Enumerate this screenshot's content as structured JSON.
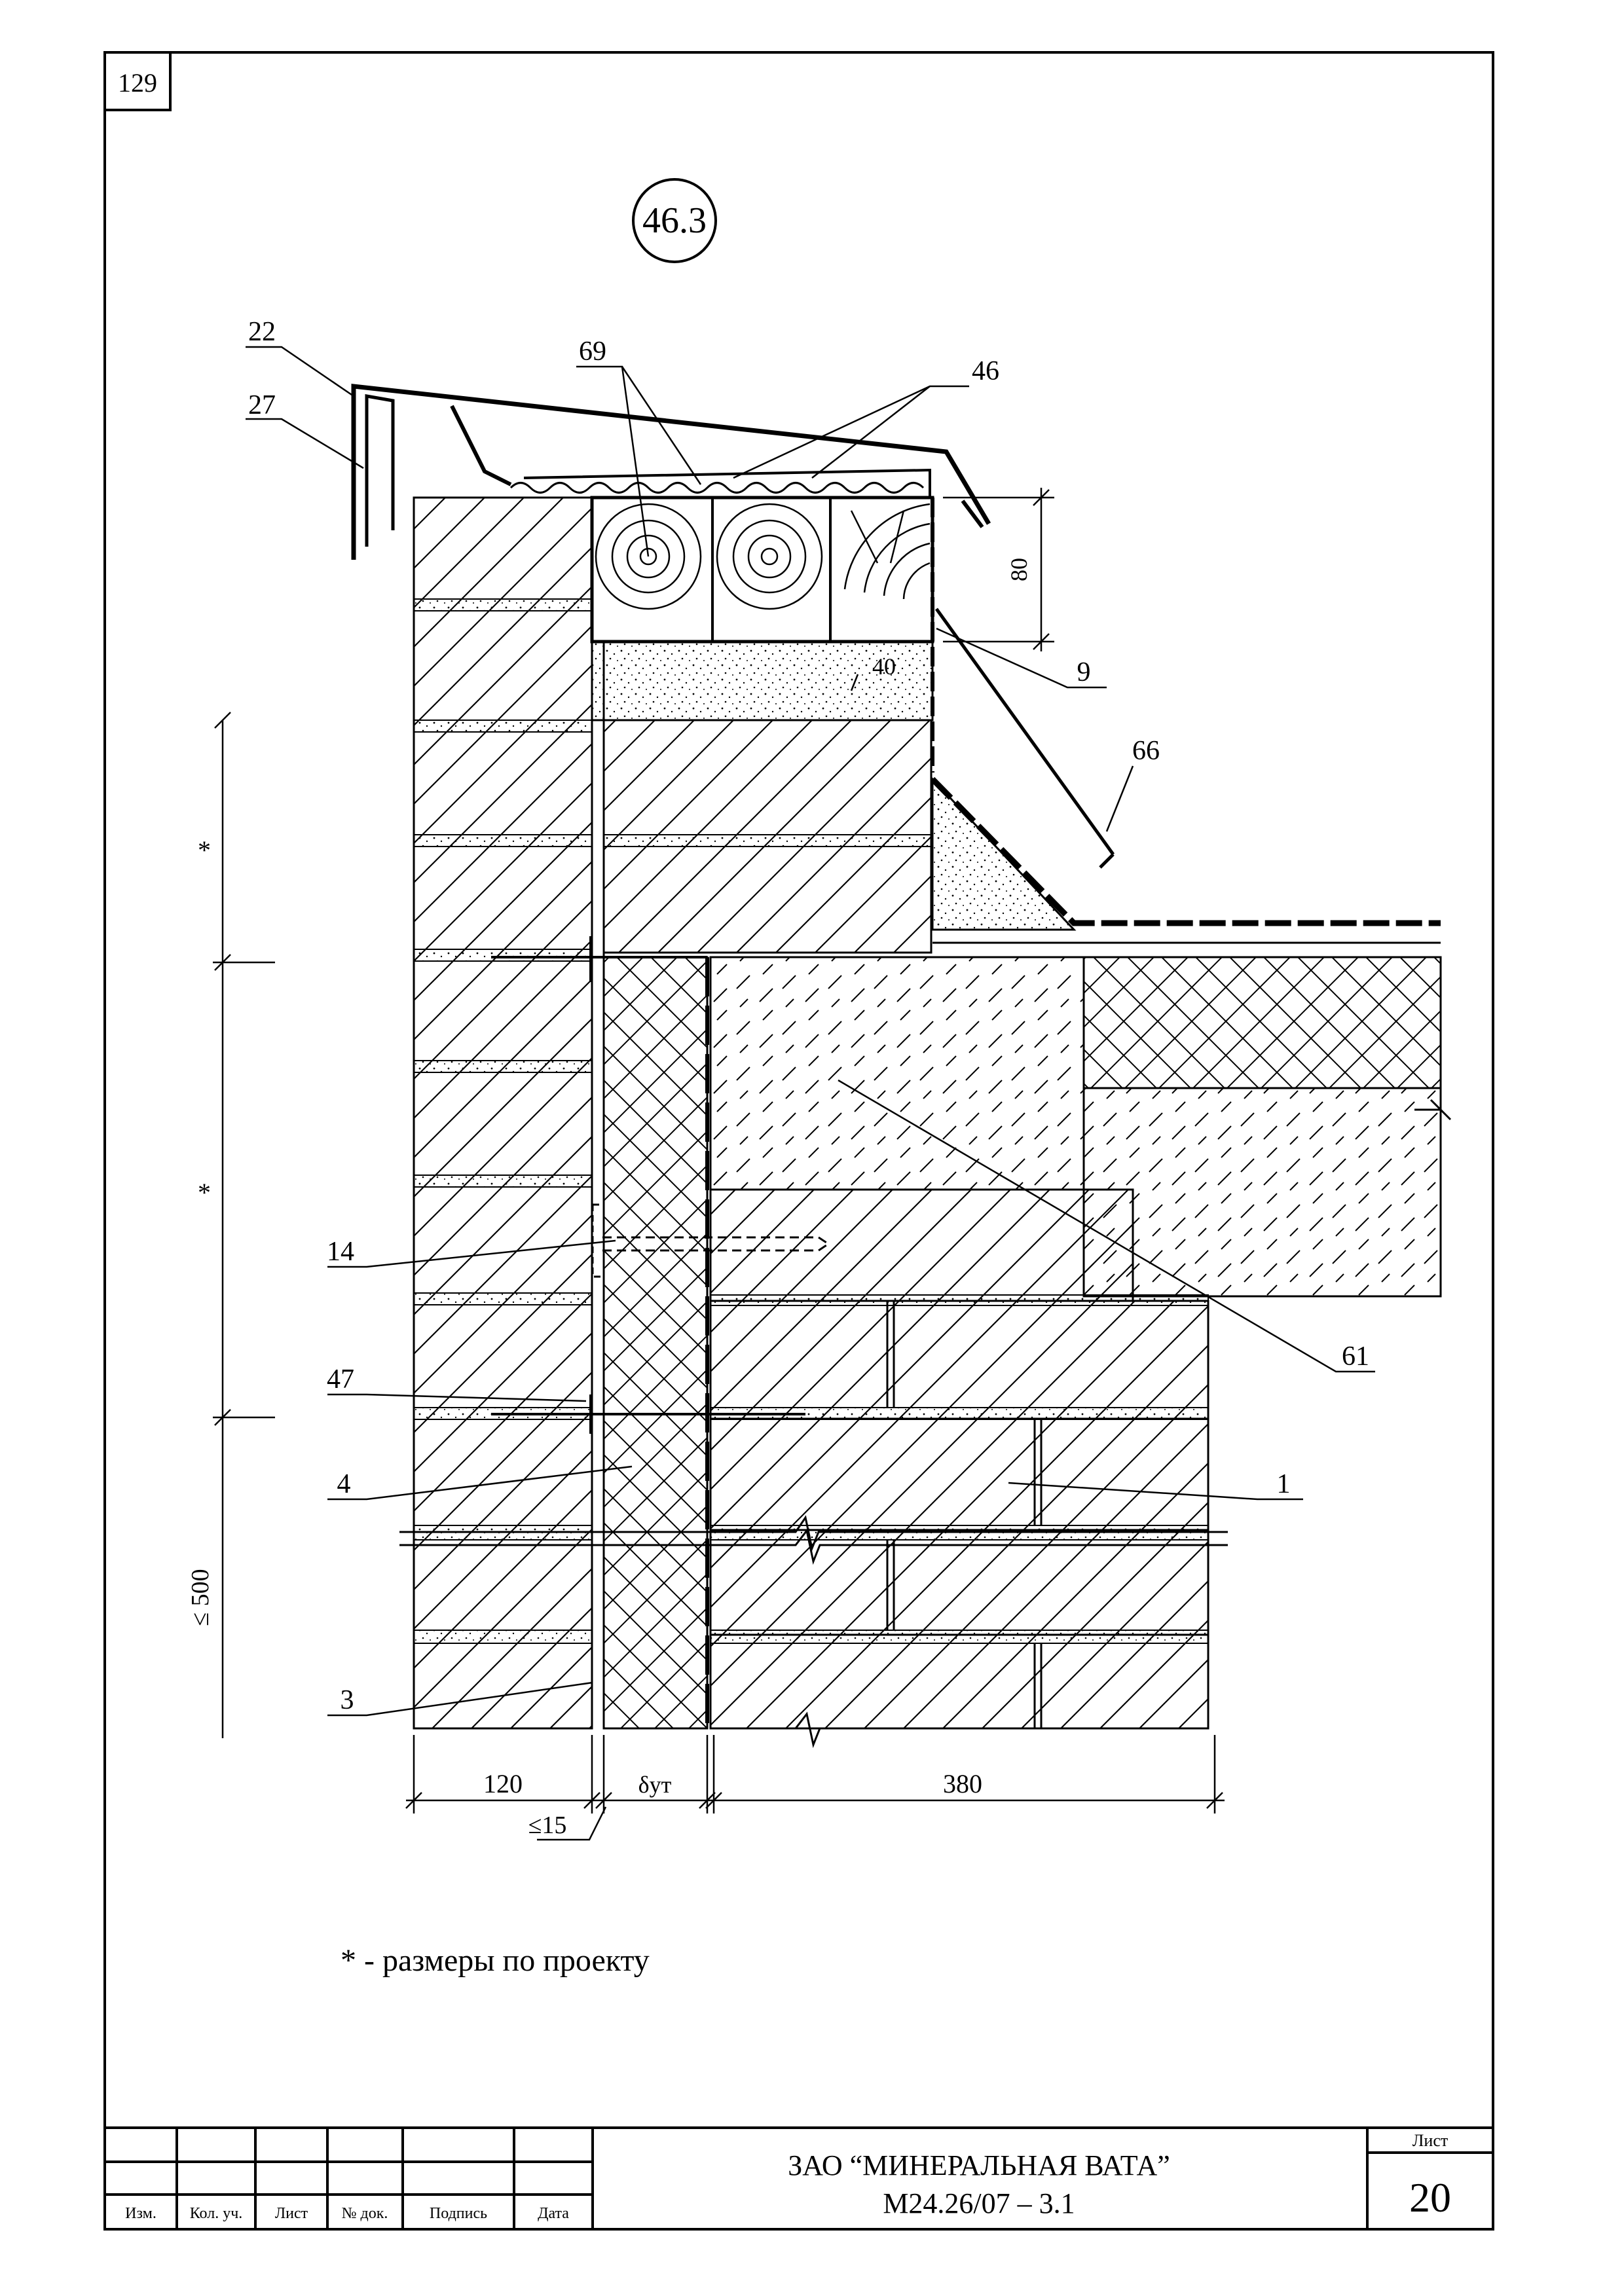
{
  "sheet": {
    "corner_number": "129",
    "detail_id": "46.3"
  },
  "callouts": {
    "c22": "22",
    "c27": "27",
    "c69": "69",
    "c46": "46",
    "c9": "9",
    "c66": "66",
    "c14": "14",
    "c47": "47",
    "c4": "4",
    "c3": "3",
    "c61": "61",
    "c1": "1",
    "c40": "40"
  },
  "dimensions": {
    "d80": "80",
    "d120": "120",
    "d_insulation": "δут",
    "d380": "380",
    "d15": "≤15",
    "d500": "≤ 500",
    "star": "*"
  },
  "note": "* - размеры по проекту",
  "title_block": {
    "headers": [
      "Изм.",
      "Кол. уч.",
      "Лист",
      "№ док.",
      "Подпись",
      "Дата"
    ],
    "company": "ЗАО “МИНЕРАЛЬНАЯ ВАТА”",
    "doc_code": "М24.26/07 – 3.1",
    "sheet_label": "Лист",
    "sheet_number": "20"
  }
}
